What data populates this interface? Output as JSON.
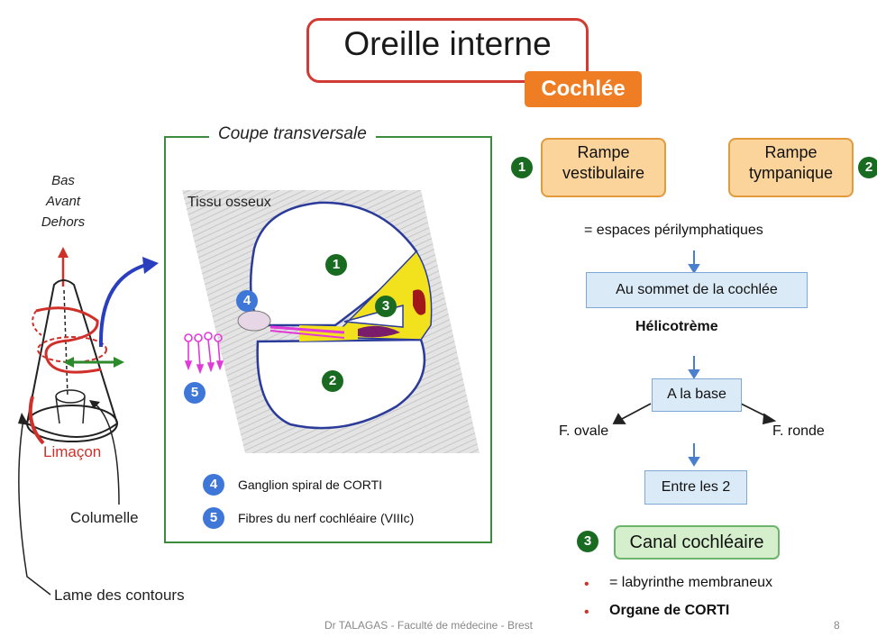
{
  "slide": {
    "title": "Oreille interne",
    "subtitle": "Cochlée",
    "footer": "Dr TALAGAS - Faculté de médecine - Brest",
    "page_number": "8"
  },
  "left_diagram": {
    "orientation": [
      "Bas",
      "Avant",
      "Dehors"
    ],
    "labels": {
      "limacon": "Limaçon",
      "columelle": "Columelle",
      "lame": "Lame des contours"
    }
  },
  "section": {
    "title": "Coupe transversale",
    "bone_label": "Tissu osseux",
    "markers": {
      "one": "1",
      "two": "2",
      "three": "3",
      "four": "4",
      "five": "5"
    },
    "legend": [
      {
        "num": "4",
        "text": "Ganglion spiral de CORTI"
      },
      {
        "num": "5",
        "text": "Fibres du nerf cochléaire (VIIIc)"
      }
    ]
  },
  "right": {
    "rampe_vestibulaire": {
      "num": "1",
      "line1": "Rampe",
      "line2": "vestibulaire"
    },
    "rampe_tympanique": {
      "num": "2",
      "line1": "Rampe",
      "line2": "tympanique"
    },
    "espaces": "= espaces périlymphatiques",
    "sommet": "Au sommet de la cochlée",
    "helicotreme": "Hélicotrème",
    "base": "A la base",
    "ovale": "F. ovale",
    "ronde": "F. ronde",
    "entre": "Entre les 2",
    "canal": {
      "num": "3",
      "label": "Canal cochléaire"
    },
    "bullets": [
      "= labyrinthe membraneux",
      "Organe de CORTI"
    ]
  },
  "colors": {
    "title_border": "#d23b33",
    "subtitle_bg": "#ee7d24",
    "panel_border": "#3d8b3d",
    "badge_green": "#1a6b22",
    "badge_blue": "#3f77d8",
    "endolymph": "#f2e21e",
    "ligament": "#a01818",
    "nerve": "#e23ad9"
  }
}
